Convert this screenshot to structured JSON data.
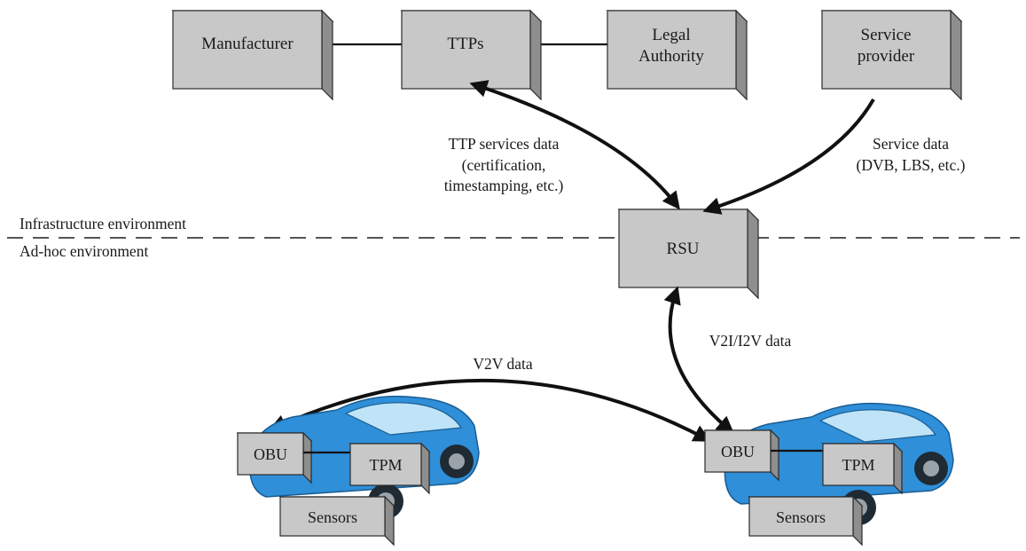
{
  "nodes": {
    "manufacturer": "Manufacturer",
    "ttps": "TTPs",
    "legal_authority": [
      "Legal",
      "Authority"
    ],
    "service_provider": [
      "Service",
      "provider"
    ],
    "rsu": "RSU",
    "left_vehicle": {
      "obu": "OBU",
      "tpm": "TPM",
      "sensors": "Sensors"
    },
    "right_vehicle": {
      "obu": "OBU",
      "tpm": "TPM",
      "sensors": "Sensors"
    }
  },
  "edges": {
    "ttp_services": [
      "TTP services data",
      "(certification,",
      "timestamping, etc.)"
    ],
    "service_data": [
      "Service data",
      "(DVB, LBS, etc.)"
    ],
    "v2i": "V2I/I2V data",
    "v2v": "V2V data"
  },
  "environments": {
    "infrastructure": "Infrastructure environment",
    "adhoc": "Ad-hoc environment"
  },
  "colors": {
    "box_face": "#c8c8c8",
    "box_top": "#e6e6e6",
    "box_side": "#8e8e8e",
    "car_body": "#2f8fd8"
  }
}
